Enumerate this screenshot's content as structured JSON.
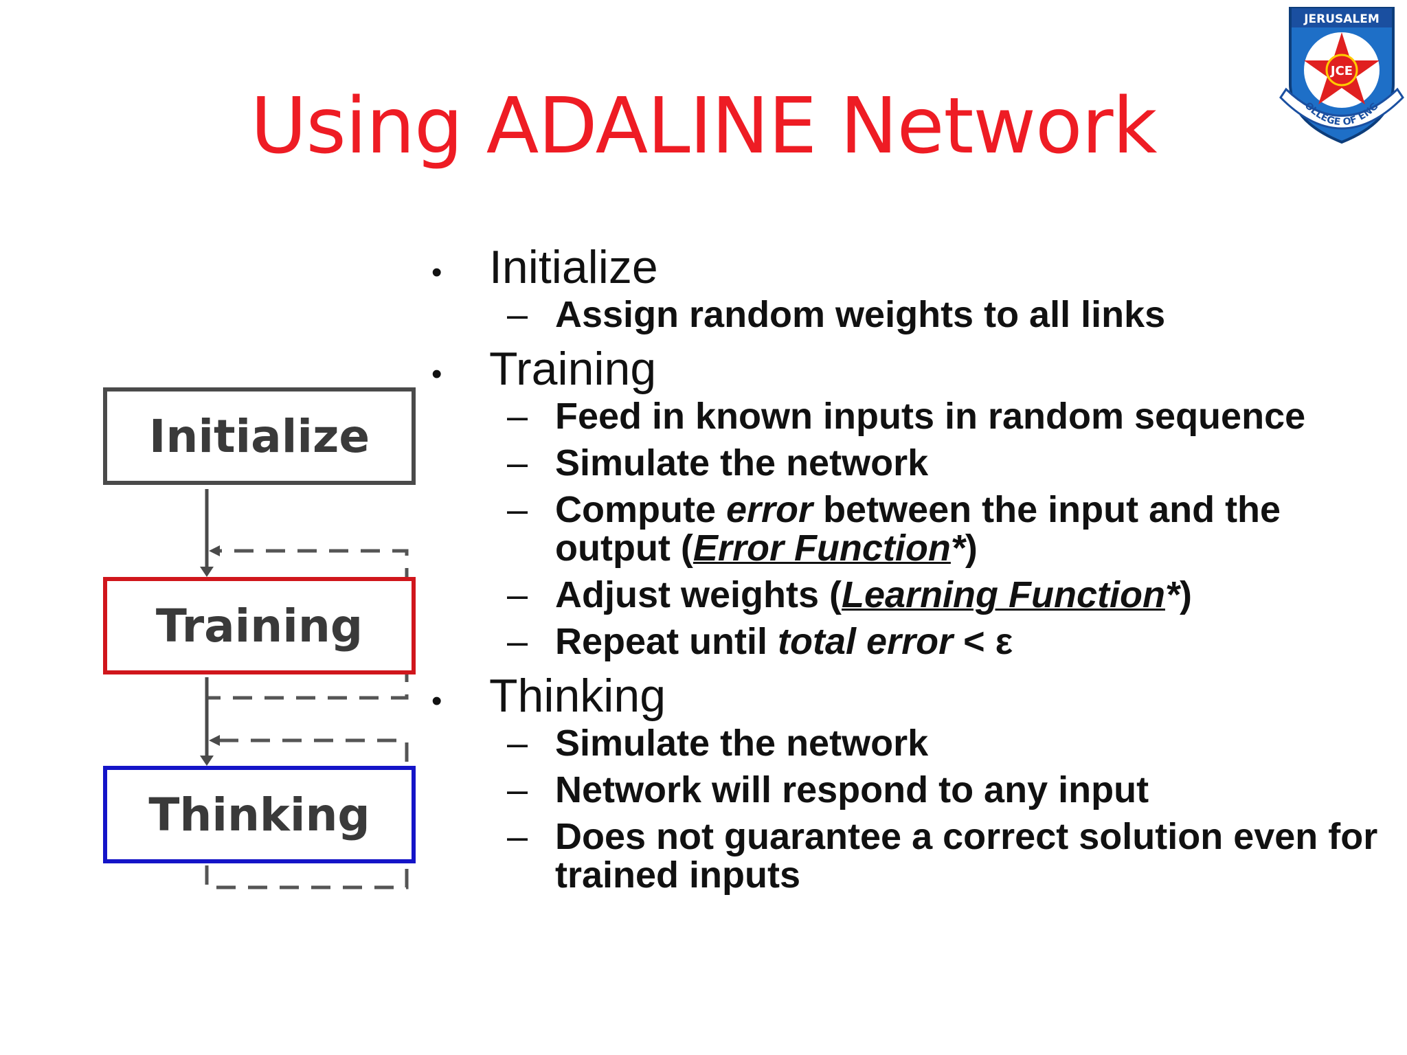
{
  "slide": {
    "title": "Using ADALINE Network",
    "logo": {
      "top_text": "JERUSALEM",
      "center_text": "JCE",
      "bottom_text": "COLLEGE OF ENGG",
      "colors": {
        "shield": "#1e6fc7",
        "star": "#e02020",
        "ribbon": "#1a4fa0"
      }
    }
  },
  "diagram": {
    "stages": [
      {
        "label": "Initialize",
        "border_color": "#4a4a4a"
      },
      {
        "label": "Training",
        "border_color": "#d0161c"
      },
      {
        "label": "Thinking",
        "border_color": "#1414c8"
      }
    ],
    "arrow_color": "#4a4a4a"
  },
  "sections": [
    {
      "heading": "Initialize",
      "items": [
        {
          "parts": [
            {
              "text": "Assign random weights to all links"
            }
          ]
        }
      ]
    },
    {
      "heading": "Training",
      "items": [
        {
          "parts": [
            {
              "text": "Feed in known inputs in random sequence"
            }
          ]
        },
        {
          "parts": [
            {
              "text": "Simulate the network"
            }
          ]
        },
        {
          "parts": [
            {
              "text": "Compute "
            },
            {
              "text": "error",
              "italic": true
            },
            {
              "text": " between the input and the output  ("
            },
            {
              "text": "Error Function",
              "italic": true,
              "underline": true
            },
            {
              "text": "*",
              "italic": true
            },
            {
              "text": ")"
            }
          ]
        },
        {
          "parts": [
            {
              "text": "Adjust weights  ("
            },
            {
              "text": "Learning Function",
              "italic": true,
              "underline": true
            },
            {
              "text": "*",
              "italic": true
            },
            {
              "text": ")"
            }
          ]
        },
        {
          "parts": [
            {
              "text": "Repeat until "
            },
            {
              "text": "total error",
              "italic": true
            },
            {
              "text": " < ε"
            }
          ]
        }
      ]
    },
    {
      "heading": "Thinking",
      "items": [
        {
          "parts": [
            {
              "text": "Simulate the network"
            }
          ]
        },
        {
          "parts": [
            {
              "text": "Network will respond to any input"
            }
          ]
        },
        {
          "parts": [
            {
              "text": "Does not guarantee a correct solution even for trained inputs"
            }
          ]
        }
      ]
    }
  ]
}
